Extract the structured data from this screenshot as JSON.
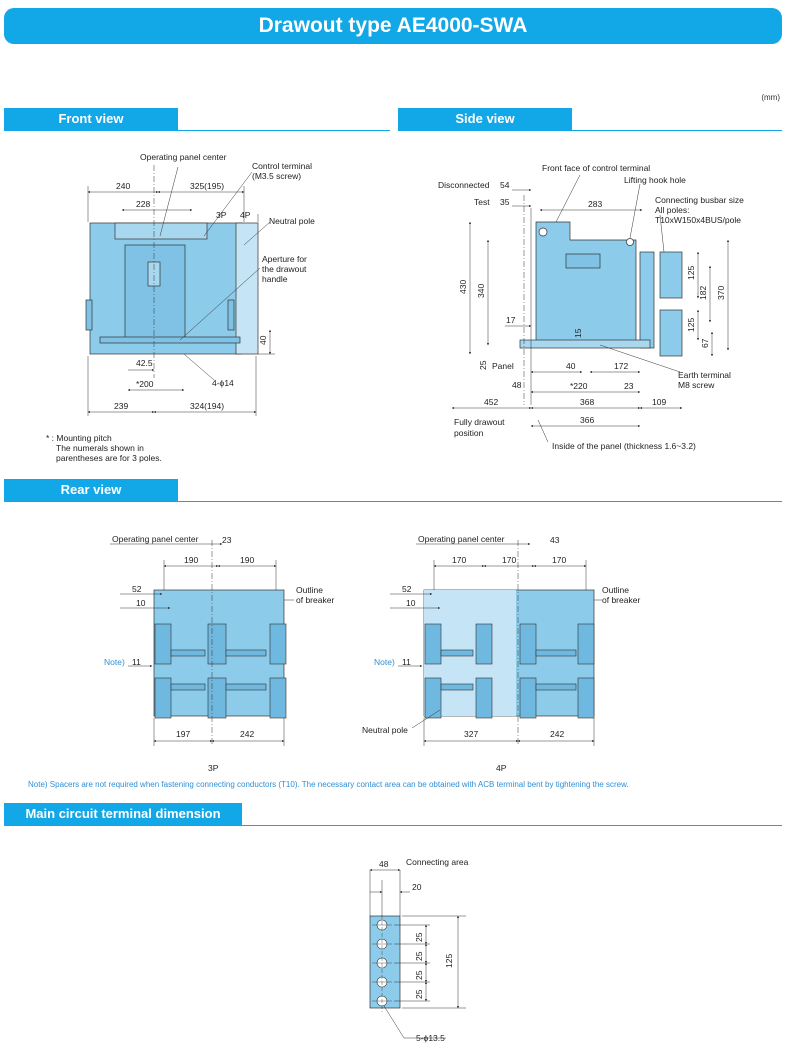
{
  "title": "Drawout type AE4000-SWA",
  "unit": "(mm)",
  "sections": {
    "front": "Front view",
    "side": "Side view",
    "rear": "Rear view",
    "terminal": "Main circuit terminal dimension"
  },
  "front": {
    "operating_panel_center": "Operating panel center",
    "control_terminal": "Control terminal",
    "control_terminal_screw": "(M3.5 screw)",
    "neutral_pole": "Neutral pole",
    "aperture_1": "Aperture for",
    "aperture_2": "the drawout",
    "aperture_3": "handle",
    "d240": "240",
    "d325": "325(195)",
    "d228": "228",
    "p3": "3P",
    "p4": "4P",
    "d42_5": "42.5",
    "d200": "*200",
    "d4phi14": "4-ϕ14",
    "d40": "40",
    "d239": "239",
    "d324": "324(194)",
    "note1": "* : Mounting pitch",
    "note2": "The numerals shown in",
    "note3": "parentheses are for 3 poles."
  },
  "side": {
    "front_face": "Front face of control terminal",
    "lifting_hook": "Lifting hook hole",
    "disconnected": "Disconnected",
    "d54": "54",
    "test": "Test",
    "d35": "35",
    "d283": "283",
    "busbar1": "Connecting busbar size",
    "busbar2": "All poles:",
    "busbar3": "T10xW150x4BUS/pole",
    "d430": "430",
    "d340": "340",
    "d125a": "125",
    "d182": "182",
    "d370": "370",
    "d125b": "125",
    "d67": "67",
    "d17": "17",
    "d15": "15",
    "d25": "25",
    "panel": "Panel",
    "d40": "40",
    "d172": "172",
    "earth1": "Earth terminal",
    "earth2": "M8 screw",
    "d48": "48",
    "d220": "*220",
    "d23": "23",
    "d452": "452",
    "d368": "368",
    "d109": "109",
    "fully1": "Fully drawout",
    "fully2": "position",
    "d366": "366",
    "inside_panel": "Inside of the panel (thickness 1.6~3.2)"
  },
  "rear3": {
    "op_center": "Operating panel center",
    "d23": "23",
    "d190a": "190",
    "d190b": "190",
    "d52": "52",
    "d10": "10",
    "note": "Note)",
    "d11": "11",
    "outline1": "Outline",
    "outline2": "of breaker",
    "d197": "197",
    "d242": "242",
    "label": "3P"
  },
  "rear4": {
    "op_center": "Operating panel center",
    "d43": "43",
    "d170a": "170",
    "d170b": "170",
    "d170c": "170",
    "d52": "52",
    "d10": "10",
    "note": "Note)",
    "d11": "11",
    "outline1": "Outline",
    "outline2": "of breaker",
    "neutral": "Neutral pole",
    "d327": "327",
    "d242": "242",
    "label": "4P"
  },
  "rear_note": "Note) Spacers are not required when fastening connecting conductors (T10). The necessary contact area can be obtained with ACB terminal bent by tightening the screw.",
  "terminal": {
    "d48": "48",
    "connecting_area": "Connecting area",
    "d20": "20",
    "d25a": "25",
    "d25b": "25",
    "d25c": "25",
    "d25d": "25",
    "d125": "125",
    "holes": "5-ϕ13.5"
  },
  "colors": {
    "accent": "#12a7e6",
    "body": "#8ccbea",
    "body_light": "#c5e4f5",
    "line": "#333333",
    "note_blue": "#2f8fd6"
  }
}
